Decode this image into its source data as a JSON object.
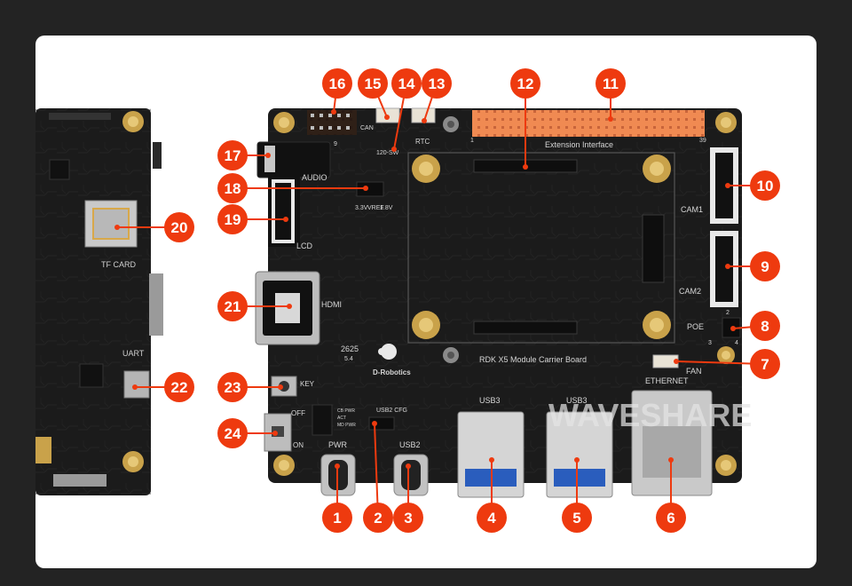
{
  "colors": {
    "background": "#232323",
    "card": "#ffffff",
    "board": "#1b1b1b",
    "callout": "#ee3a0f",
    "header_pins": "#f08a52"
  },
  "board_labels": {
    "audio": "AUDIO",
    "lcd": "LCD",
    "hdmi": "HDMI",
    "cam1": "CAM1",
    "cam2": "CAM2",
    "poe": "POE",
    "fan": "FAN",
    "ethernet": "ETHERNET",
    "usb3_left": "USB3",
    "usb3_right": "USB3",
    "usb2": "USB2",
    "usb2_cfg": "USB2 CFG",
    "pwr": "PWR",
    "key": "KEY",
    "off": "OFF",
    "on": "ON",
    "rtc": "RTC",
    "sw": "120-SW",
    "can": "CAN",
    "vref": "VREF",
    "v33": "3.3V",
    "v18": "1.8V",
    "extension": "Extension Interface",
    "carrier": "RDK X5 Module Carrier Board",
    "brand": "D-Robotics",
    "version": "2625",
    "version_sub": "5.4",
    "tf_card": "TF CARD",
    "uart": "UART",
    "watermark": "WAVESHARE",
    "pin_1": "1",
    "pin_2": "2",
    "pin_3": "3",
    "pin_4": "4",
    "pin_9": "9",
    "pin_39": "39",
    "cb_pwr": "CB PWR",
    "act": "ACT",
    "md_pwr": "MD PWR"
  },
  "callouts": [
    "1",
    "2",
    "3",
    "4",
    "5",
    "6",
    "7",
    "8",
    "9",
    "10",
    "11",
    "12",
    "13",
    "14",
    "15",
    "16",
    "17",
    "18",
    "19",
    "20",
    "21",
    "22",
    "23",
    "24"
  ]
}
